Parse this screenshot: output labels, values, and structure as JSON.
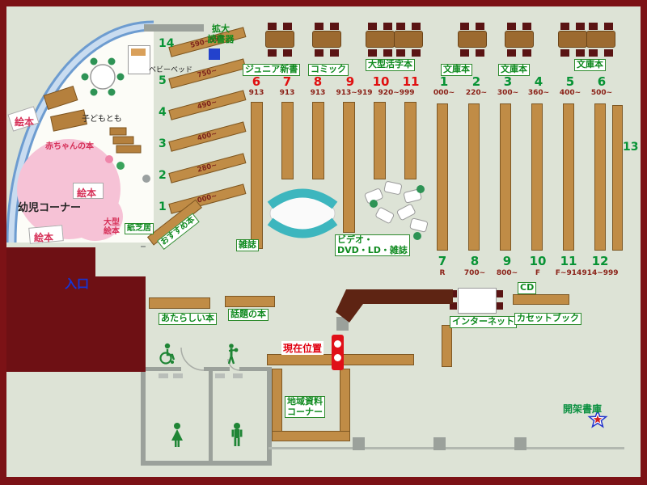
{
  "kids": {
    "corner": "幼児コーナー",
    "baby_books": "赤ちゃんの本",
    "ehon_a": "絵本",
    "ehon_b": "絵本",
    "ehon_c": "絵本",
    "ogata_l1": "大型",
    "ogata_l2": "絵本",
    "kamishibai": "紙芝居",
    "baby_bed": "ベビーベッド",
    "kodomotomo": "子どもとも",
    "osusume": "おすすめ本"
  },
  "entrance": "入口",
  "magnifier": {
    "l1": "拡大",
    "l2": "読書器"
  },
  "sections": [
    "ジュニア新書",
    "コミック",
    "大型活字本",
    "文庫本",
    "文庫本",
    "文庫本"
  ],
  "fan": [
    {
      "no": "14",
      "range": "590~599"
    },
    {
      "no": "5",
      "range": "750~"
    },
    {
      "no": "4",
      "range": "490~"
    },
    {
      "no": "3",
      "range": "400~"
    },
    {
      "no": "2",
      "range": "280~"
    },
    {
      "no": "1",
      "range": "000~"
    }
  ],
  "red_row": [
    {
      "no": "6",
      "range": "913"
    },
    {
      "no": "7",
      "range": "913"
    },
    {
      "no": "8",
      "range": "913"
    },
    {
      "no": "9",
      "range": "913~919"
    },
    {
      "no": "10",
      "range": "920~999"
    },
    {
      "no": "11",
      "range": ""
    }
  ],
  "green_top": [
    {
      "no": "1",
      "range": "000~"
    },
    {
      "no": "2",
      "range": "220~"
    },
    {
      "no": "3",
      "range": "300~"
    },
    {
      "no": "4",
      "range": "360~"
    },
    {
      "no": "5",
      "range": "400~"
    },
    {
      "no": "6",
      "range": "500~"
    }
  ],
  "green_bottom": [
    {
      "no": "7",
      "range": "R"
    },
    {
      "no": "8",
      "range": "700~"
    },
    {
      "no": "9",
      "range": "800~"
    },
    {
      "no": "10",
      "range": "F"
    },
    {
      "no": "11",
      "range": "F~914"
    },
    {
      "no": "12",
      "range": "914~999"
    }
  ],
  "shelf13": "13",
  "labels": {
    "magazines": "雑誌",
    "video_l1": "ビデオ・",
    "video_l2": "DVD・LD・雑誌",
    "new_books": "あたらしい本",
    "topic_books": "話題の本",
    "current_location": "現在位置",
    "internet": "インターネット",
    "cd": "CD",
    "cassette": "カセットブック",
    "local_l1": "地域資料",
    "local_l2": "コーナー",
    "stacks": "開架書庫"
  }
}
